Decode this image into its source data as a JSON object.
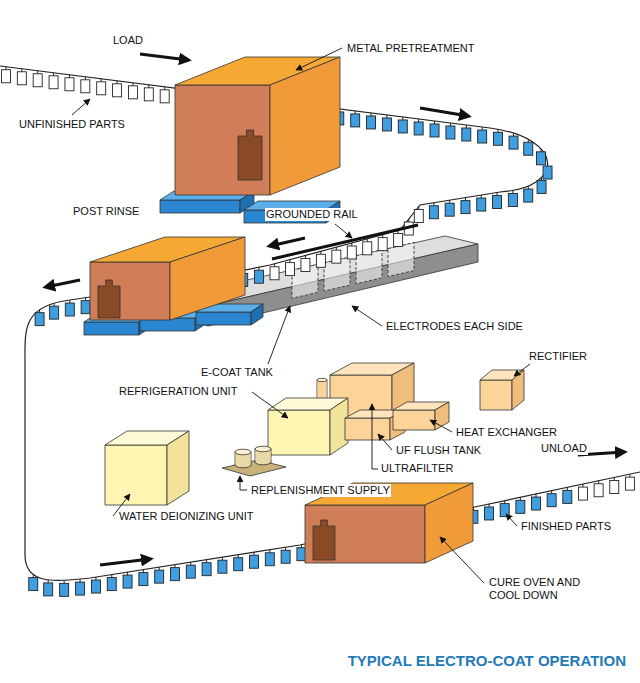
{
  "diagram": {
    "caption": "TYPICAL ELECTRO-COAT OPERATION",
    "labels": [
      "LOAD",
      "METAL PRETREATMENT",
      "UNFINISHED PARTS",
      "POST RINSE",
      "GROUNDED RAIL",
      "ELECTRODES EACH SIDE",
      "E-COAT TANK",
      "RECTIFIER",
      "REFRIGERATION UNIT",
      "HEAT EXCHANGER",
      "UF FLUSH TANK",
      "ULTRAFILTER",
      "REPLENISHMENT SUPPLY",
      "WATER DEIONIZING UNIT",
      "UNLOAD",
      "FINISHED PARTS",
      "CURE OVEN AND COOL DOWN"
    ]
  }
}
